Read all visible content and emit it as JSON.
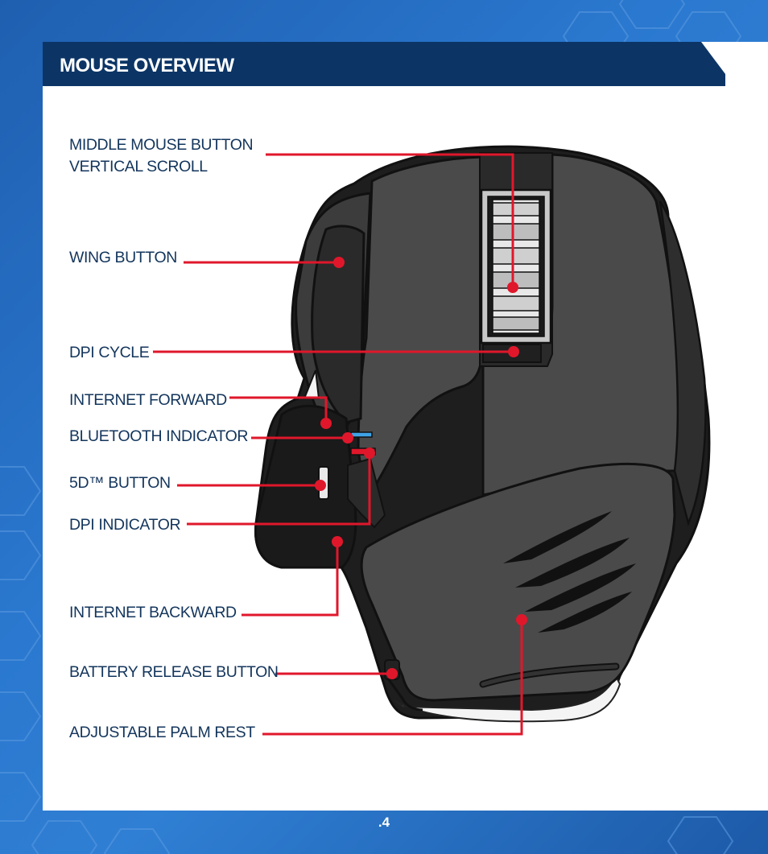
{
  "header": {
    "title": "MOUSE OVERVIEW"
  },
  "labels": {
    "middle_button_line1": "MIDDLE MOUSE BUTTON",
    "middle_button_line2": "VERTICAL SCROLL",
    "wing_button": "WING BUTTON",
    "dpi_cycle": "DPI CYCLE",
    "internet_forward": "INTERNET FORWARD",
    "bluetooth_indicator": "BLUETOOTH INDICATOR",
    "five_d_button": "5D™ BUTTON",
    "dpi_indicator": "DPI INDICATOR",
    "internet_backward": "INTERNET BACKWARD",
    "battery_release": "BATTERY RELEASE BUTTON",
    "palm_rest": "ADJUSTABLE PALM REST"
  },
  "footer": {
    "page_number": ".4"
  },
  "colors": {
    "header_bg": "#0c3566",
    "label_text": "#13355c",
    "callout_red": "#e0172b",
    "background_blue": "#2a78cf"
  }
}
